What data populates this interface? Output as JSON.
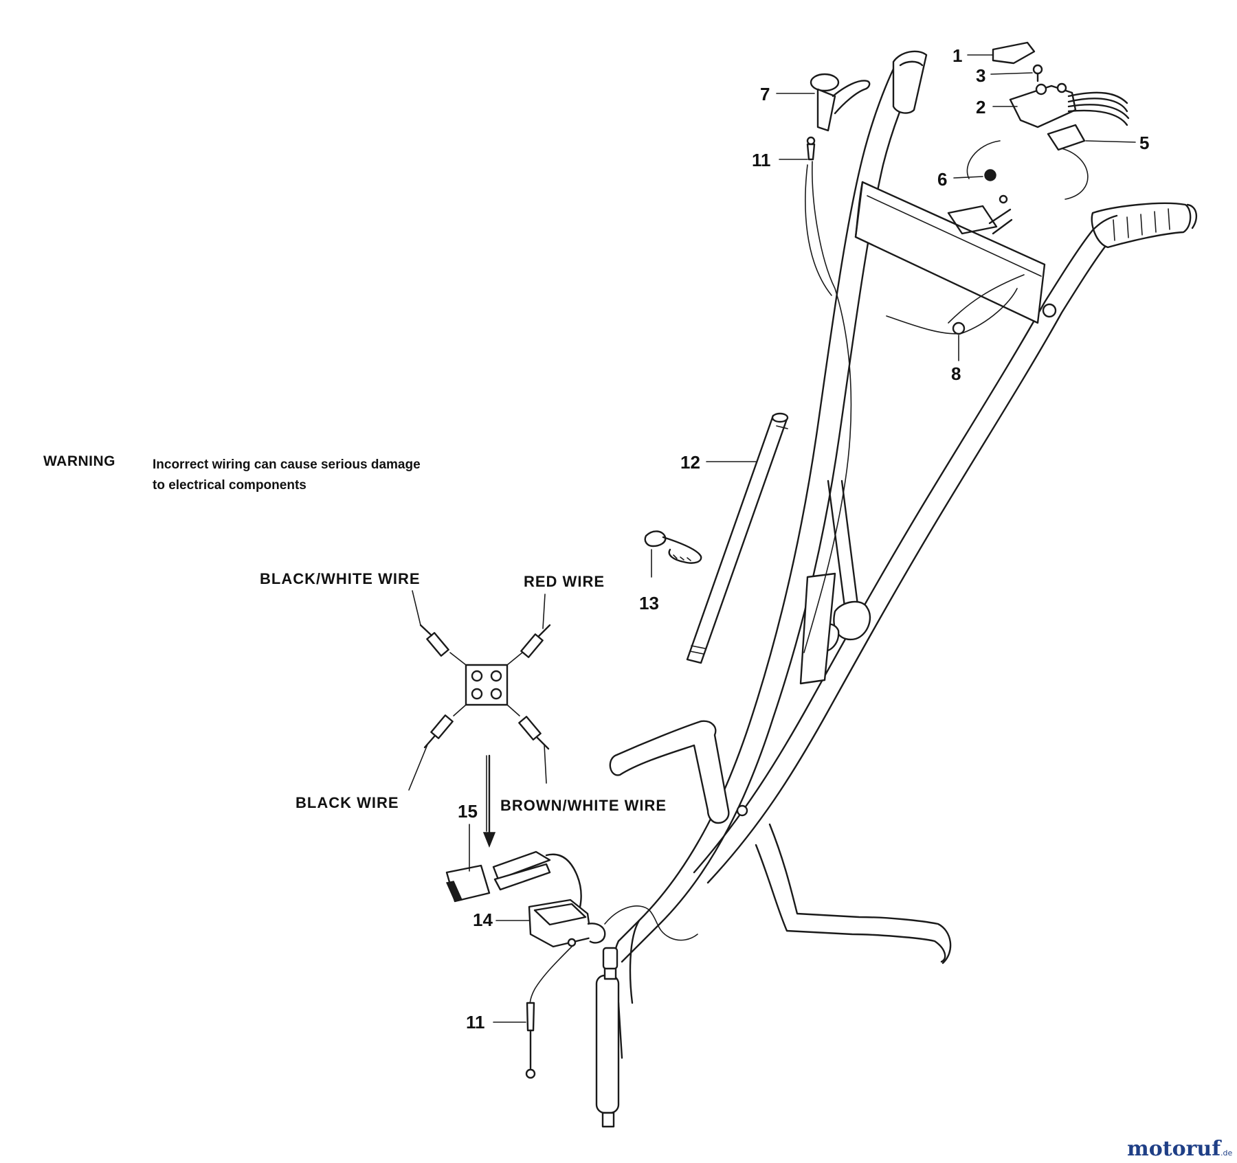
{
  "warning": {
    "title": "WARNING",
    "line1": "Incorrect wiring can cause serious damage",
    "line2": "to electrical components"
  },
  "wires": {
    "black_white": "BLACK/WHITE WIRE",
    "red": "RED WIRE",
    "black": "BLACK WIRE",
    "brown_white": "BROWN/WHITE WIRE"
  },
  "callouts": {
    "n1": "1",
    "n2": "2",
    "n3": "3",
    "n5": "5",
    "n6": "6",
    "n7": "7",
    "n8": "8",
    "n11a": "11",
    "n11b": "11",
    "n12": "12",
    "n13": "13",
    "n14": "14",
    "n15": "15"
  },
  "watermark": {
    "text": "motoruf",
    "tld": ".de"
  }
}
